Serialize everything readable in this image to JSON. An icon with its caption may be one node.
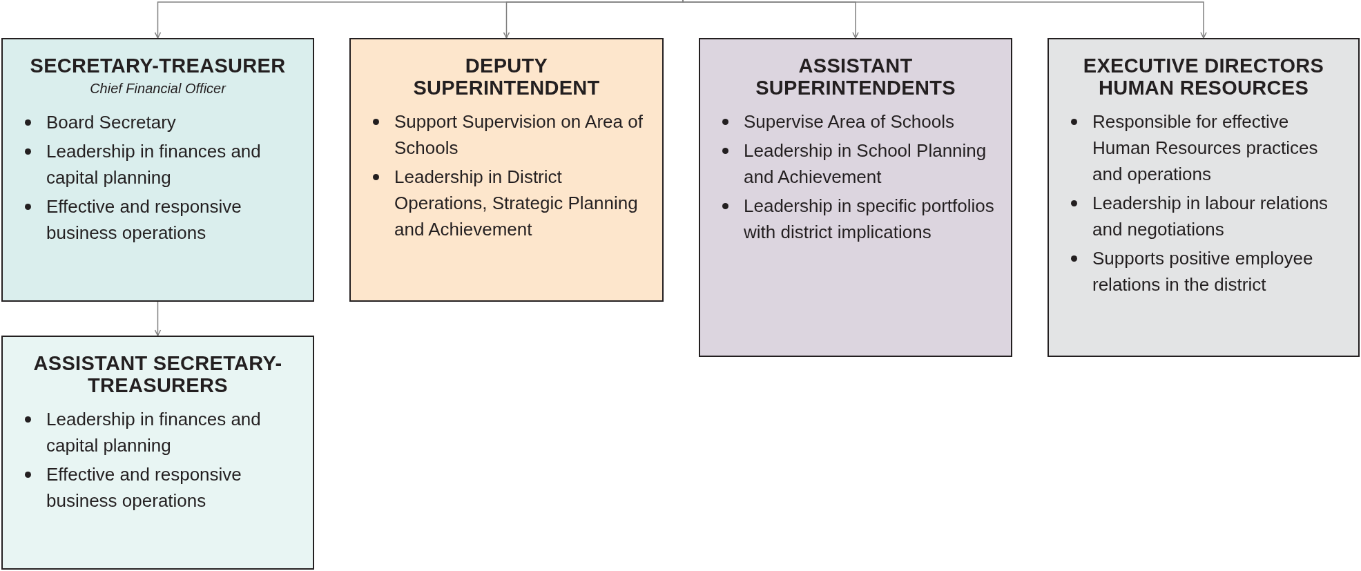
{
  "diagram": {
    "nodes": [
      {
        "text": [
          "SECRETARY-TREASURER",
          "Chief Financial Officer",
          "Board Secretary",
          "Leadership in finances and capital planning",
          "Effective and responsive business operations"
        ]
      },
      {
        "text": [
          "DEPUTY SUPERINTENDENT",
          "Support Supervision on Area of Schools",
          "Leadership in District Operations, Strategic Planning and Achievement"
        ]
      },
      {
        "text": [
          "ASSISTANT SUPERINTENDENTS",
          "Supervise Area of Schools",
          "Leadership in School Planning and Achievement",
          "Leadership in specific portfolios with district implications"
        ]
      },
      {
        "text": [
          "EXECUTIVE DIRECTORS HUMAN RESOURCES",
          "Responsible for effective Human Resources practices and operations",
          "Leadership in labour relations and negotiations",
          "Supports positive employee relations in the district"
        ]
      },
      {
        "text": [
          "ASSISTANT SECRETARY-TREASURERS",
          "Leadership in finances and capital planning",
          "Effective and responsive business operations"
        ]
      }
    ],
    "edges": [
      {
        "from": null,
        "to": 0,
        "arrow": "to"
      },
      {
        "from": null,
        "to": 1,
        "arrow": "to"
      },
      {
        "from": null,
        "to": 2,
        "arrow": "to"
      },
      {
        "from": null,
        "to": 3,
        "arrow": "to"
      },
      {
        "from": 0,
        "to": 4,
        "arrow": "to"
      }
    ]
  }
}
